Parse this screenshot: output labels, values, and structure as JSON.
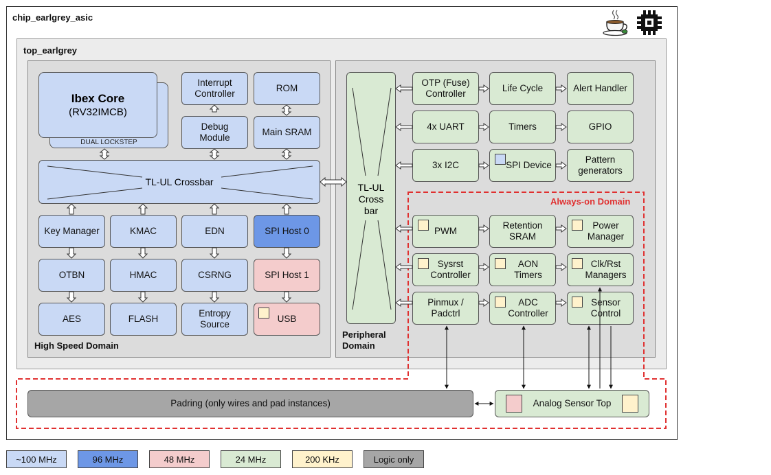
{
  "chip_title": "chip_earlgrey_asic",
  "top_title": "top_earlgrey",
  "high_speed_label": "High Speed Domain",
  "peripheral_label_1": "Peripheral",
  "peripheral_label_2": "Domain",
  "always_on_label": "Always-on Domain",
  "ibex": {
    "name": "Ibex Core",
    "isa": "(RV32IMCB)",
    "lockstep": "DUAL LOCKSTEP"
  },
  "hs_blocks": {
    "interrupt": "Interrupt Controller",
    "rom": "ROM",
    "debug": "Debug Module",
    "sram": "Main SRAM",
    "crossbar": "TL-UL Crossbar",
    "keymgr": "Key Manager",
    "kmac": "KMAC",
    "edn": "EDN",
    "spihost0": "SPI Host 0",
    "otbn": "OTBN",
    "hmac": "HMAC",
    "csrng": "CSRNG",
    "spihost1": "SPI Host 1",
    "aes": "AES",
    "flash": "FLASH",
    "entropy": "Entropy Source",
    "usb": "USB"
  },
  "periph_xbar": {
    "l1": "TL-UL",
    "l2": "Cross",
    "l3": "bar"
  },
  "periph_blocks": {
    "otp": "OTP (Fuse) Controller",
    "lifecycle": "Life Cycle",
    "alert": "Alert Handler",
    "uart": "4x UART",
    "timers": "Timers",
    "gpio": "GPIO",
    "i2c": "3x I2C",
    "spidevice": "SPI Device",
    "pattern": "Pattern generators"
  },
  "aon_blocks": {
    "pwm": "PWM",
    "retention": "Retention SRAM",
    "power": "Power Manager",
    "sysrst": "Sysrst Controller",
    "aontimers": "AON Timers",
    "clkrst": "Clk/Rst Managers",
    "pinmux": "Pinmux / Padctrl",
    "adc": "ADC Controller",
    "sensor": "Sensor Control"
  },
  "padring": "Padring (only wires and pad instances)",
  "analog": "Analog Sensor Top",
  "legend": [
    "~100 MHz",
    "96 MHz",
    "48 MHz",
    "24 MHz",
    "200 KHz",
    "Logic only"
  ],
  "colors": {
    "mhz100": "#c9d9f5",
    "mhz96": "#6d97e6",
    "mhz48": "#f4cccc",
    "mhz24": "#d9ead3",
    "khz200": "#fff2cc",
    "logic": "#a6a6a6",
    "always_on_border": "#e03030"
  },
  "icons": [
    "teacup-icon",
    "chip-logo-icon"
  ]
}
